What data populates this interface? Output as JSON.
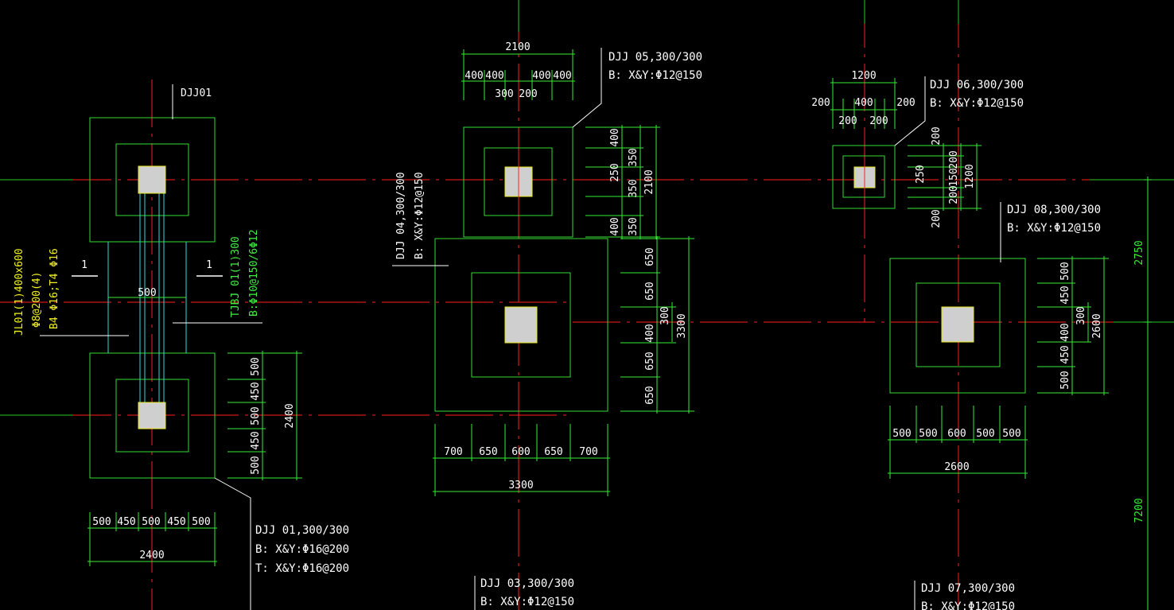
{
  "colors": {
    "background": "#000000",
    "axis_red": "#ff2020",
    "grid_green": "#22cc22",
    "footing_green": "#33dd33",
    "dimension_green": "#33ee33",
    "cyan": "#33dddd",
    "column_fill": "#cfcfcf",
    "column_yellow": "#e8e820",
    "text_white": "#ffffff",
    "text_yellow": "#f0f020",
    "text_green": "#44ee44"
  },
  "labels": {
    "djj01_tag": "DJJ01",
    "djj01_l1": "DJJ 01,300/300",
    "djj01_l2": "B: X&Y:Φ16@200",
    "djj01_l3": "T: X&Y:Φ16@200",
    "djj03_l1": "DJJ 03,300/300",
    "djj03_l2": "B: X&Y:Φ12@150",
    "djj04_l1": "DJJ 04,300/300",
    "djj04_l2": "B: X&Y:Φ12@150",
    "djj05_l1": "DJJ 05,300/300",
    "djj05_l2": "B: X&Y:Φ12@150",
    "djj06_l1": "DJJ 06,300/300",
    "djj06_l2": "B: X&Y:Φ12@150",
    "djj07_l1": "DJJ 07,300/300",
    "djj07_l2": "B: X&Y:Φ12@150",
    "djj08_l1": "DJJ 08,300/300",
    "djj08_l2": "B: X&Y:Φ12@150",
    "jl01_l1": "JL01(1)400x600",
    "jl01_l2": "Φ8@200(4)",
    "jl01_l3": "B4 Φ16;T4 Φ16",
    "tjbj_l1": "TJBJ 01(1)300",
    "tjbj_l2": "B:Φ10@150/6Φ12",
    "section_left": "1",
    "section_right": "1",
    "beam_width": "500"
  },
  "dimensions": {
    "d01_bottom": [
      "500",
      "450",
      "500",
      "450",
      "500"
    ],
    "d01_bottom_total": "2400",
    "d01_right": [
      "500",
      "450",
      "500",
      "450",
      "500"
    ],
    "d01_right_total": "2400",
    "d03_bottom": [
      "700",
      "650",
      "600",
      "650",
      "700"
    ],
    "d03_bottom_total": "3300",
    "d04_right": [
      "650",
      "650",
      "400",
      "650",
      "650"
    ],
    "d04_right_col": "300",
    "d04_right_total": "3300",
    "d05_top_total": "2100",
    "d05_top": [
      "400",
      "400",
      "400",
      "400"
    ],
    "d05_top_inner": [
      "300",
      "200"
    ],
    "d05_right": [
      "400",
      "250",
      "400"
    ],
    "d05_right2": [
      "350",
      "350",
      "350"
    ],
    "d05_right_total": "2100",
    "d06_top_total": "1200",
    "d06_top": [
      "200",
      "400",
      "200"
    ],
    "d06_top_inner": [
      "200",
      "200"
    ],
    "d06_right": [
      "200",
      "250",
      "200"
    ],
    "d06_right2": [
      "200",
      "150",
      "200"
    ],
    "d06_right_total": "1200",
    "d08_bottom": [
      "500",
      "500",
      "600",
      "500",
      "500"
    ],
    "d08_bottom_total": "2600",
    "d08_right": [
      "500",
      "450",
      "400",
      "450",
      "500"
    ],
    "d08_right_col": "300",
    "d08_right_total": "2600",
    "grid_2750": "2750",
    "grid_7200": "7200"
  }
}
